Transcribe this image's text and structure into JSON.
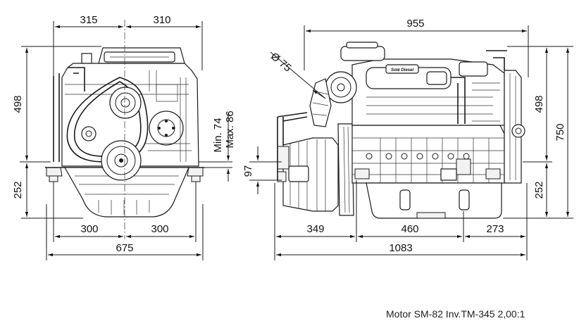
{
  "front_view": {
    "dim_top_left": "315",
    "dim_top_right": "310",
    "dim_left_upper": "498",
    "dim_left_lower": "252",
    "dim_min": "Min. 74",
    "dim_max": "Max. 86",
    "dim_bottom_left": "300",
    "dim_bottom_right": "300",
    "dim_bottom_total": "675"
  },
  "side_view": {
    "dim_diameter": "Ø 75",
    "dim_top": "955",
    "dim_right_upper": "498",
    "dim_right_total": "750",
    "dim_right_lower": "252",
    "dim_flange": "97",
    "dim_bottom_left": "349",
    "dim_bottom_mid": "460",
    "dim_bottom_right": "273",
    "dim_bottom_total": "1083",
    "brand_plate": "Solé Diesel"
  },
  "caption": "Motor SM-82 Inv.TM-345 2,00:1"
}
